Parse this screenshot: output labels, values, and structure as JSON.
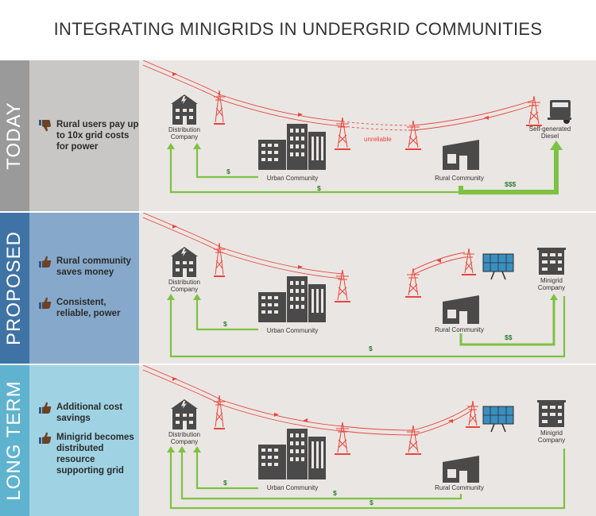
{
  "title": "INTEGRATING MINIGRIDS IN UNDERGRID COMMUNITIES",
  "rows": [
    {
      "label": "TODAY",
      "notes": [
        "Rural users pay up to 10x grid costs for power"
      ],
      "labels": {
        "distribution": [
          "Distribution",
          "Company"
        ],
        "urban": "Urban Community",
        "rural": "Rural Community",
        "right": [
          "Self-generated",
          "Diesel"
        ],
        "unreliable": "unreliable",
        "money_urban": "$",
        "money_rural_dist": "$",
        "money_rural_right": "$$$"
      }
    },
    {
      "label": "PROPOSED",
      "notes": [
        "Rural community saves money",
        "Consistent, reliable, power"
      ],
      "labels": {
        "distribution": [
          "Distribution",
          "Company"
        ],
        "urban": "Urban Community",
        "rural": "Rural Community",
        "right": [
          "Minigrid",
          "Company"
        ],
        "money_urban": "$",
        "money_rural_right": "$$",
        "money_minigrid": "$"
      }
    },
    {
      "label": "LONG TERM",
      "notes": [
        "Additional cost savings",
        "Minigrid becomes distributed resource supporting grid"
      ],
      "labels": {
        "distribution": [
          "Distribution",
          "Company"
        ],
        "urban": "Urban Community",
        "rural": "Rural Community",
        "right": [
          "Minigrid",
          "Company"
        ],
        "money_urban": "$",
        "money_rural": "$",
        "money_minigrid": "$"
      }
    }
  ],
  "colors": {
    "today_band": "#9a9a9a",
    "today_notes": "#c8c7c5",
    "proposed_band": "#3f73a5",
    "proposed_notes": "#86a9cb",
    "longterm_band": "#5fb3cf",
    "longterm_notes": "#9fd3e3",
    "diagram_bg": "#eae6e3",
    "power": "#e8453c",
    "money": "#7dc242",
    "building": "#4a4a4a"
  }
}
